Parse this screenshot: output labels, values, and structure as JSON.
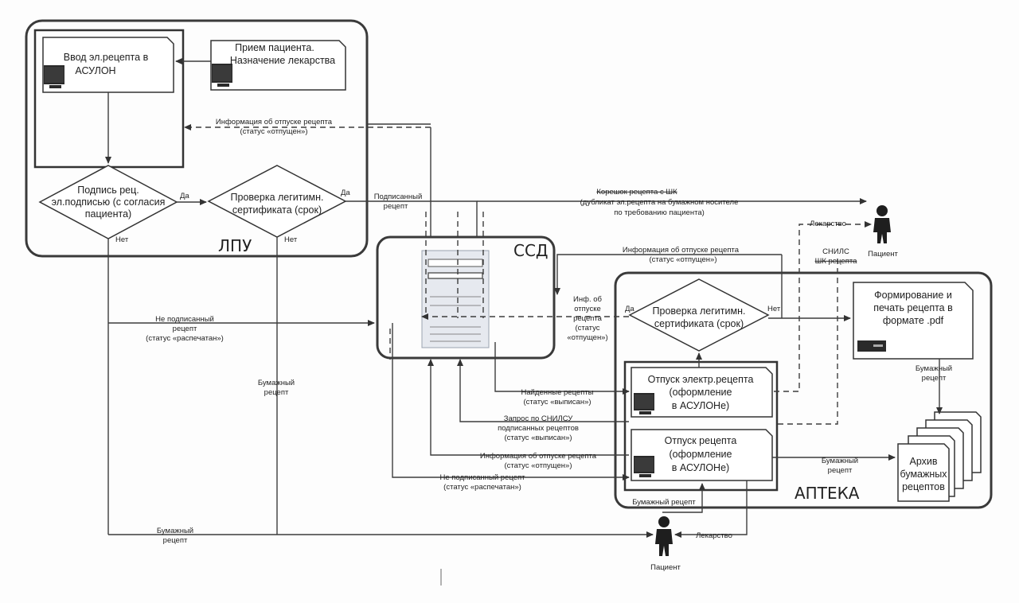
{
  "zones": {
    "lpu": "ЛПУ",
    "ssd": "ССД",
    "apteka": "АПТЕКА"
  },
  "blocks": {
    "input_erx": [
      "Ввод эл.рецепта в",
      "АСУЛОН"
    ],
    "reception": [
      "Прием пациента.",
      "Назначение лекарства"
    ],
    "sign_decision": [
      "Подпись рец.",
      "эл.подписью (с согласия",
      "пациента)"
    ],
    "cert_check_lpu": [
      "Проверка легитимн.",
      "сертификата (срок)"
    ],
    "cert_check_pharmacy": [
      "Проверка легитимн.",
      "сертификата (срок)"
    ],
    "form_print_pdf": [
      "Формирование и",
      "печать рецепта в",
      "формате .pdf"
    ],
    "dispense_erx": [
      "Отпуск электр.рецепта",
      "(оформление",
      "в АСУЛОНе)"
    ],
    "dispense_rx": [
      "Отпуск рецепта",
      "(оформление",
      "в АСУЛОНе)"
    ],
    "archive": [
      "Архив",
      "бумажных",
      "рецептов"
    ]
  },
  "labels": {
    "yes": "Да",
    "no": "Нет",
    "release_info_lpu": [
      "Информация об отпуске рецепта",
      "(статус «отпущен»)"
    ],
    "signed_rx": [
      "Подписанный",
      "рецепт"
    ],
    "barcode_copy_strike": "Корешок рецепта с ШК",
    "barcode_copy_rest": [
      "(дубликат эл.рецепта на бумажном носителе",
      "по требованию пациента)"
    ],
    "medicine": "Лекарство",
    "snils_line1": "СНИЛС",
    "snils_line2_strike": "ШК рецепта",
    "patient": "Пациент",
    "release_info_ssd": [
      "Информация об отпуске рецепта",
      "(статус «отпущен»)"
    ],
    "inf_release": [
      "Инф. об",
      "отпуске",
      "рецепта",
      "(статус",
      "«отпущен»)"
    ],
    "unsigned_printed": [
      "Не подписанный",
      "рецепт",
      "(статус «распечатан»)"
    ],
    "paper_rx_mid": [
      "Бумажный",
      "рецепт"
    ],
    "found_rx": [
      "Найденные рецепты",
      "(статус «выписан»)"
    ],
    "snils_query": [
      "Запрос по СНИЛСУ",
      "подписанных рецептов",
      "(статус «выписан»)"
    ],
    "release_info_bottom": [
      "Информация об отпуске рецепта",
      "(статус «отпущен»)"
    ],
    "unsigned_bottom": [
      "Не подписанный рецепт",
      "(статус «распечатан»)"
    ],
    "paper_rx_pdf": [
      "Бумажный",
      "рецепт"
    ],
    "paper_rx_archive": [
      "Бумажный",
      "рецепт"
    ],
    "paper_rx_pharmacy": "Бумажный рецепт",
    "paper_rx_bottom": [
      "Бумажный",
      "рецепт"
    ],
    "medicine_bottom": "Лекарство",
    "patient_bottom": "Пациент"
  },
  "colors": {
    "stroke": "#3c3c3c",
    "server_fill": "#e6e9ef"
  }
}
